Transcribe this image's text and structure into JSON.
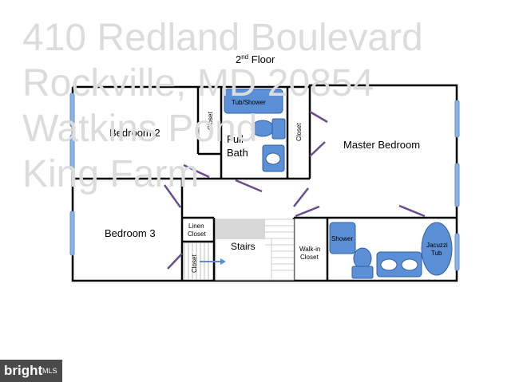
{
  "watermark": {
    "line1": "410 Redland Boulevard",
    "line2": "Rockville, MD 20854",
    "line3": "Watkins Pond",
    "line4": "King Farm"
  },
  "floor_title": {
    "main": "2",
    "sup": "nd",
    "rest": " Floor"
  },
  "rooms": {
    "bedroom2": "Bedroom 2",
    "bedroom3": "Bedroom 3",
    "master": "Master Bedroom",
    "full_bath_1": "Full",
    "full_bath_2": "Bath",
    "closet_b2": "Closet",
    "closet_master": "Closet",
    "closet_b3": "Closet",
    "linen_1": "Linen",
    "linen_2": "Closet",
    "walkin_1": "Walk-in",
    "walkin_2": "Closet",
    "stairs": "Stairs"
  },
  "fixtures": {
    "tub_shower": "Tub/Shower",
    "shower": "Shower",
    "jacuzzi_1": "Jacuzzi",
    "jacuzzi_2": "Tub"
  },
  "badge": {
    "brand": "bright",
    "suffix": "MLS"
  },
  "colors": {
    "wall": "#000000",
    "fixture_fill": "#5b8fd6",
    "window": "#8fb4e3",
    "door": "#6a4c93",
    "watermark": "#dcdcdc"
  }
}
